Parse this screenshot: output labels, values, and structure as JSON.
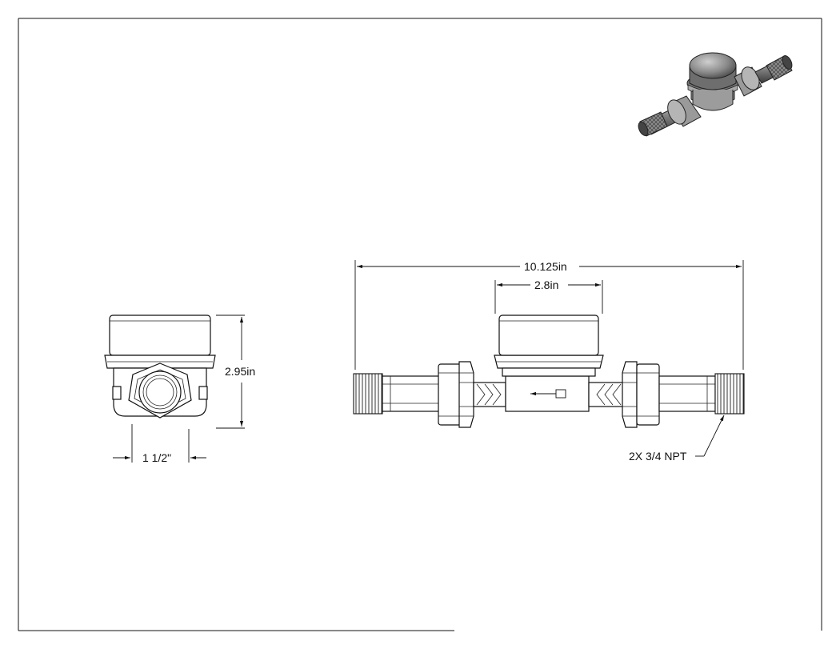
{
  "drawing": {
    "dimensions": {
      "overall_length": "10.125in",
      "body_width": "2.8in",
      "height": "2.95in",
      "pipe_size": "1 1/2\"",
      "thread_note": "2X 3/4 NPT"
    },
    "views": {
      "isometric": "isometric-view",
      "end": "end-view",
      "front": "front-view"
    }
  }
}
